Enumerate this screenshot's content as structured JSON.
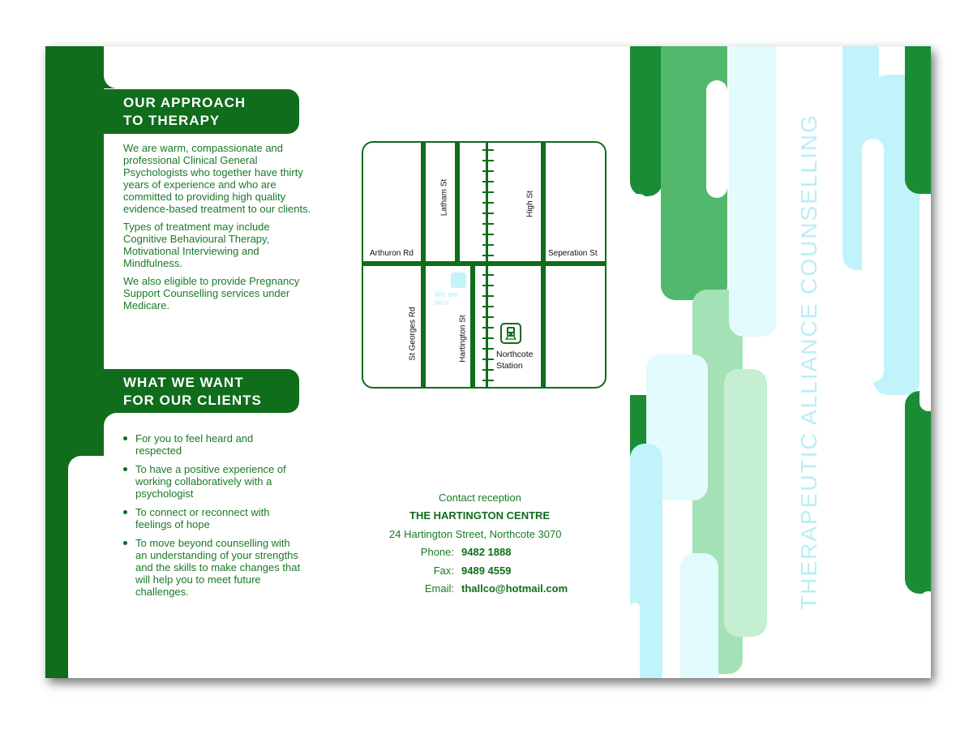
{
  "approach": {
    "heading": [
      "OUR APPROACH",
      "TO THERAPY"
    ],
    "paragraphs": [
      "We are warm, compassionate and professional Clinical General Psychologists who together have thirty years of experience and who are committed to providing high quality evidence-based treatment to our clients.",
      "Types of treatment may include Cognitive Behavioural Therapy, Motivational Interviewing and Mindfulness.",
      "We also eligible to provide Pregnancy Support Counselling services under Medicare."
    ]
  },
  "goals": {
    "heading": [
      "WHAT WE WANT",
      "FOR OUR CLIENTS"
    ],
    "items": [
      "For you to feel heard and respected",
      "To have a positive experience of working collaboratively with a psychologist",
      "To connect or reconnect with feelings of hope",
      "To move beyond counselling with an understanding of your strengths and the skills to make changes that will help you to meet future challenges."
    ]
  },
  "map": {
    "roads": {
      "arthuron": "Arthuron Rd",
      "seperation": "Seperation St",
      "latham": "Latham St",
      "high": "High St",
      "st_georges": "St Georges Rd",
      "hartington": "Hartington St"
    },
    "here_label": "We are here",
    "station_label_1": "Northcote",
    "station_label_2": "Station",
    "station_icon": "train-icon"
  },
  "contact": {
    "intro": "Contact reception",
    "centre": "THE HARTINGTON CENTRE",
    "address": "24 Hartington Street, Northcote 3070",
    "phone_label": "Phone:",
    "phone": "9482 1888",
    "fax_label": "Fax:",
    "fax": "9489 4559",
    "email_label": "Email:",
    "email": "thallco@hotmail.com"
  },
  "cover": {
    "title": "THERAPEUTIC ALLIANCE COUNSELLING"
  },
  "colors": {
    "dark_green": "#0f6d1b",
    "mid_green": "#1b8c36",
    "light_green": "#52b86c",
    "pale_green": "#a5e1b6",
    "mint": "#c4efd2",
    "cyan": "#c0f4fa",
    "pale_cyan": "#e2fbfd"
  }
}
